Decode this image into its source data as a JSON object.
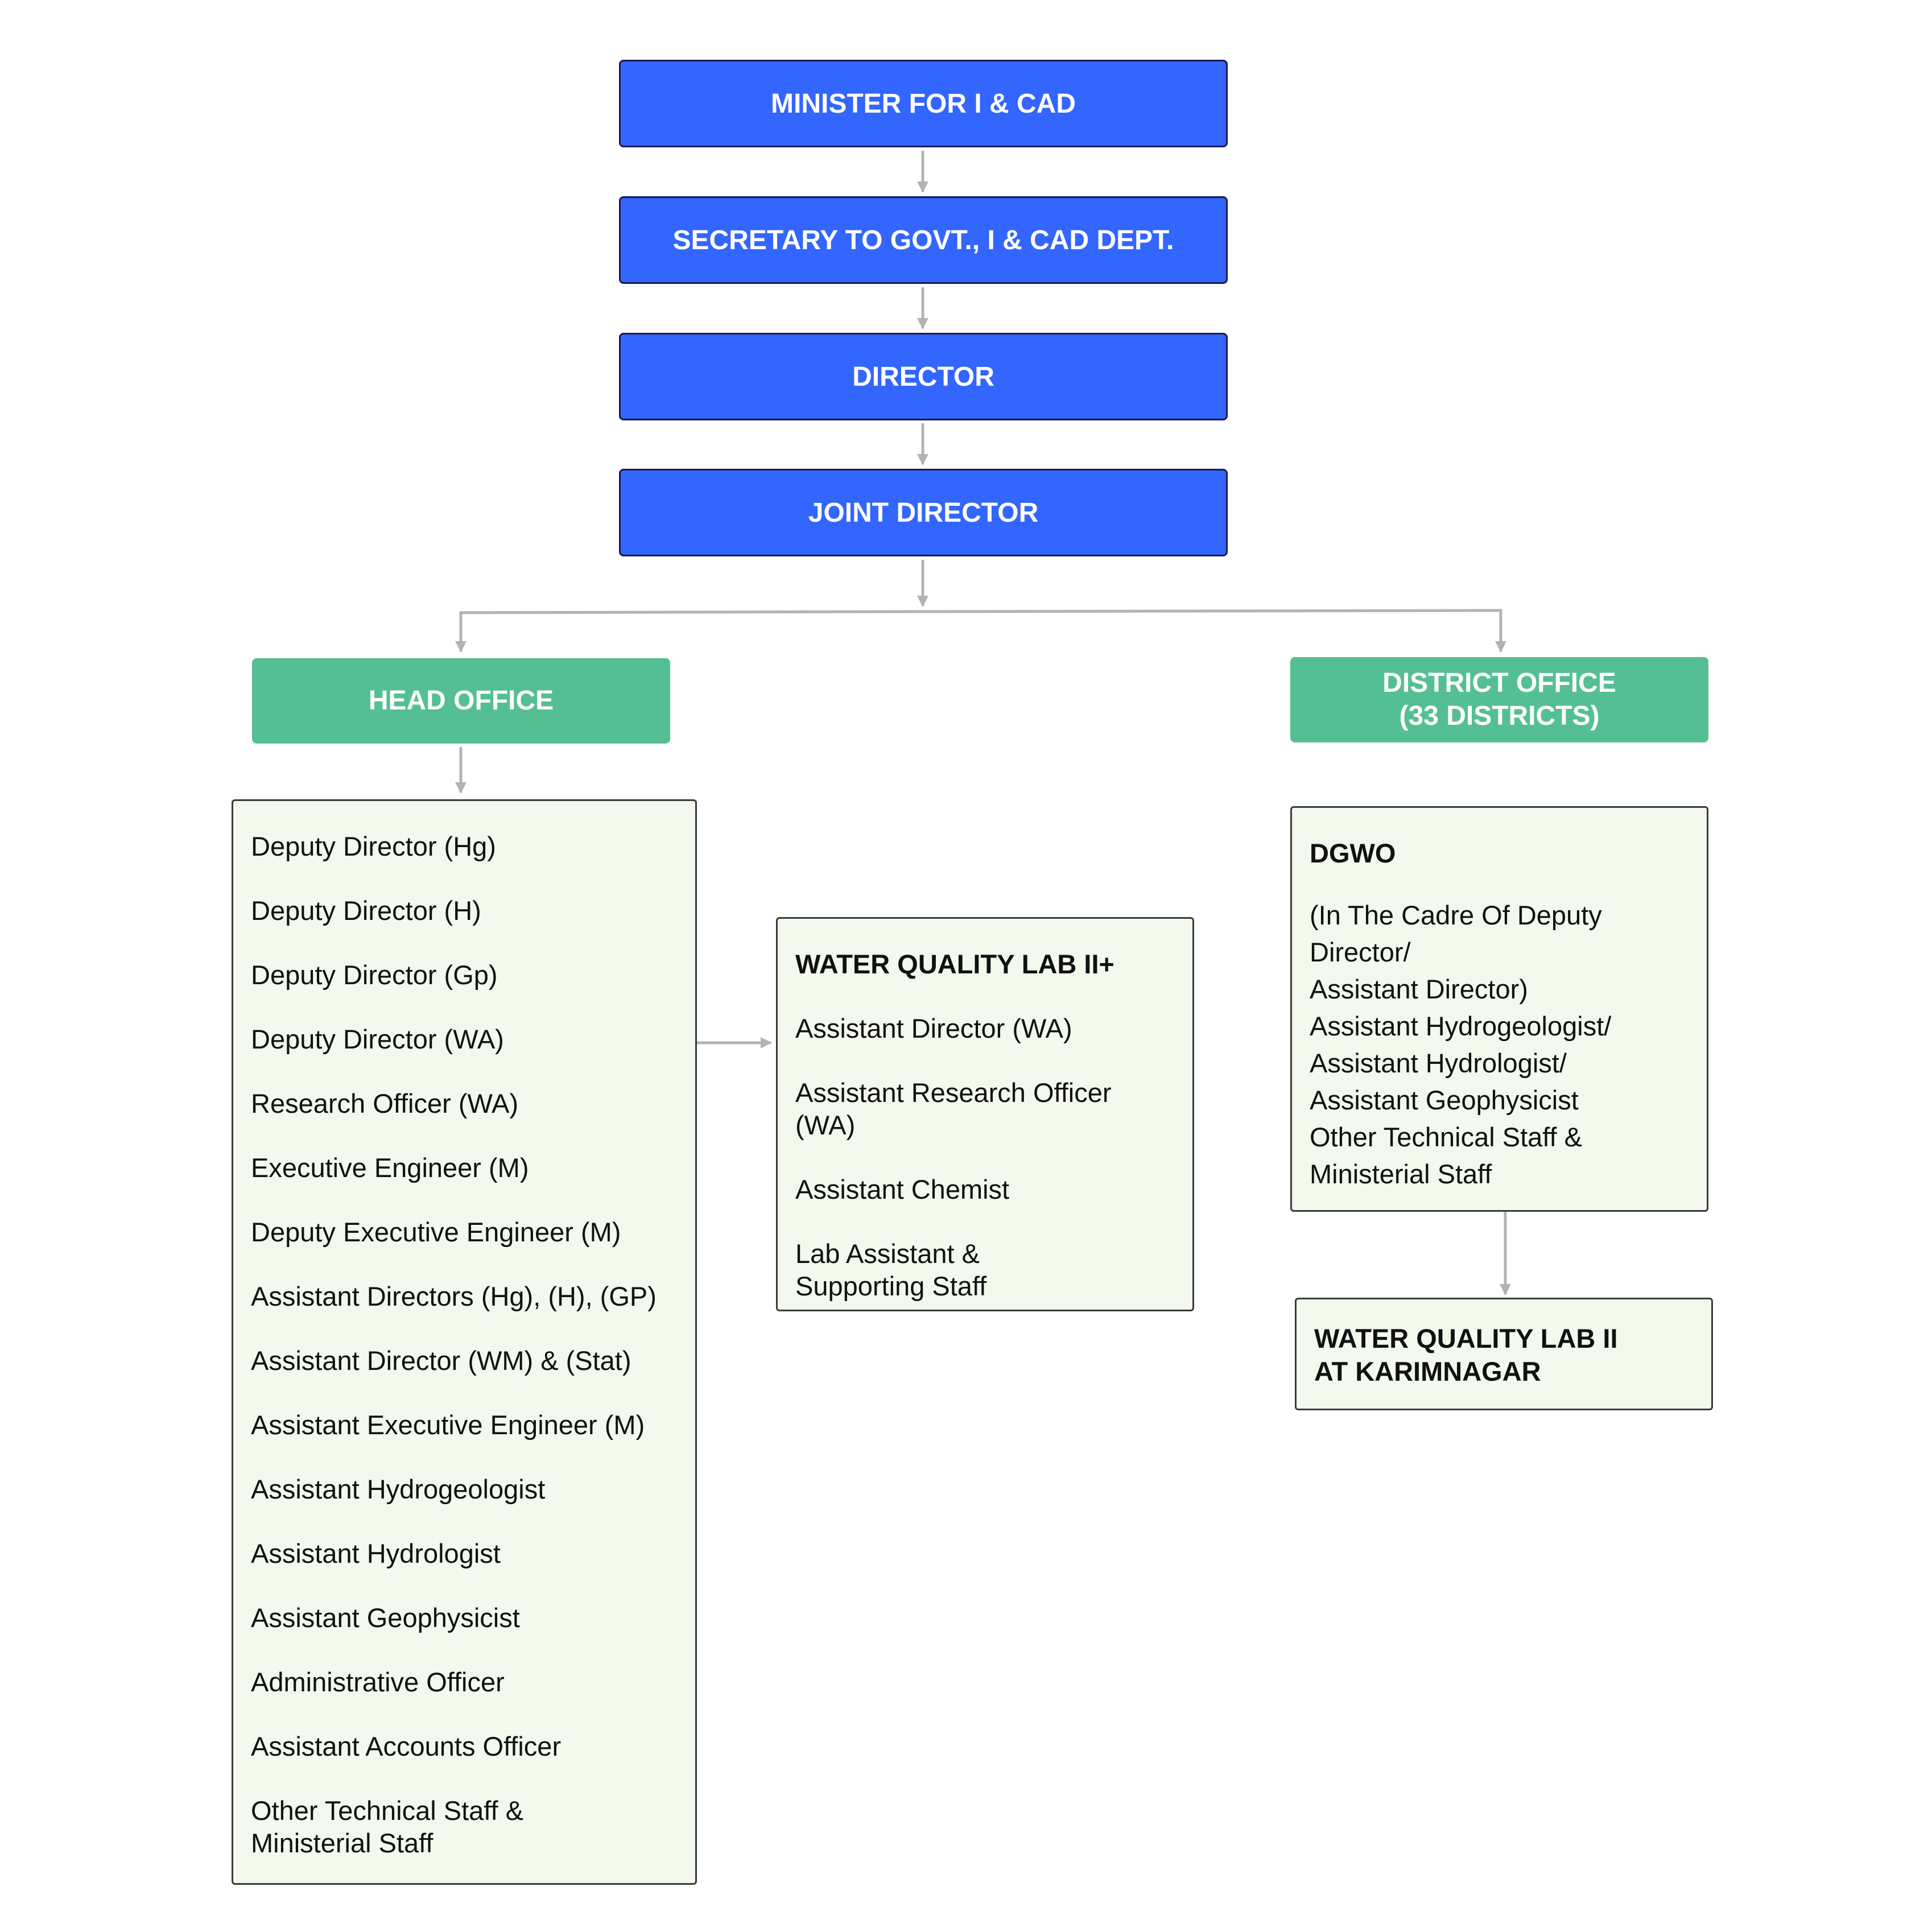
{
  "colors": {
    "primary_box": "#3366ff",
    "office_box": "#55bf94",
    "panel_fill": "#f3f9ec",
    "connector": "#b3b3b3"
  },
  "nodes": {
    "minister": "MINISTER FOR I & CAD",
    "secretary": "SECRETARY TO GOVT., I & CAD DEPT.",
    "director": "DIRECTOR",
    "joint_director": "JOINT DIRECTOR",
    "head_office": "HEAD OFFICE",
    "district_office": [
      "DISTRICT OFFICE",
      "(33 DISTRICTS)"
    ]
  },
  "head_office_staff": [
    "Deputy Director (Hg)",
    "Deputy Director (H)",
    "Deputy Director (Gp)",
    "Deputy Director (WA)",
    "Research Officer (WA)",
    "Executive Engineer (M)",
    "Deputy Executive Engineer (M)",
    "Assistant Directors (Hg), (H), (GP)",
    "Assistant Director (WM) & (Stat)",
    "Assistant Executive Engineer (M)",
    "Assistant Hydrogeologist",
    "Assistant Hydrologist",
    "Assistant Geophysicist",
    "Administrative Officer",
    "Assistant Accounts Officer",
    "Other Technical Staff &",
    "Ministerial Staff"
  ],
  "water_quality_lab_plus": {
    "title": "WATER QUALITY LAB II+",
    "items": [
      "Assistant Director (WA)",
      "Assistant Research Officer",
      "(WA)",
      "Assistant Chemist",
      "Lab Assistant &",
      "Supporting Staff"
    ]
  },
  "dgwo": {
    "title": "DGWO",
    "lines": [
      "(In The Cadre Of Deputy",
      "Director/",
      "Assistant Director)",
      "Assistant Hydrogeologist/",
      "Assistant Hydrologist/",
      "Assistant Geophysicist",
      "Other Technical Staff &",
      "Ministerial Staff"
    ]
  },
  "water_quality_lab_karimnagar": [
    "WATER QUALITY LAB II",
    "AT KARIMNAGAR"
  ]
}
